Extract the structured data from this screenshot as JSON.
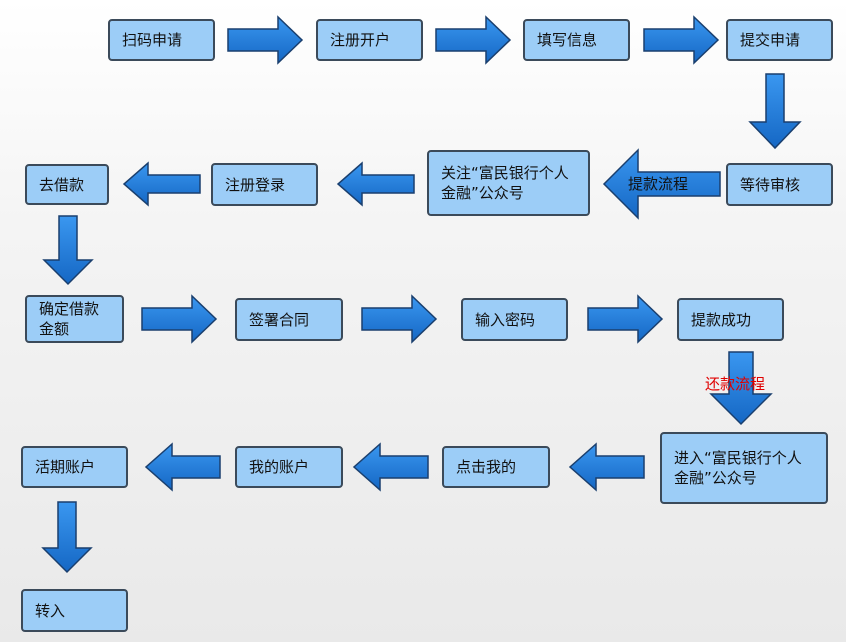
{
  "nodes": {
    "scan_apply": "扫码申请",
    "register_open": "注册开户",
    "fill_info": "填写信息",
    "submit_apply": "提交申请",
    "wait_review": "等待审核",
    "follow_account": "关注“富民银行个人金融”公众号",
    "register_login": "注册登录",
    "go_borrow": "去借款",
    "confirm_amount": "确定借款\n金额",
    "sign_contract": "签署合同",
    "enter_password": "输入密码",
    "withdraw_success": "提款成功",
    "enter_account": "进入“富民银行个人金融”公众号",
    "click_mine": "点击我的",
    "my_account": "我的账户",
    "current_account": "活期账户",
    "transfer_in": "转入"
  },
  "labels": {
    "withdraw_flow": "提款流程",
    "repay_flow": "还款流程"
  },
  "colors": {
    "arrow_fill": "#1e7fe0",
    "arrow_stroke": "#1a3f6e",
    "node_fill": "#9ccdf7",
    "node_border": "#3b4a5a",
    "repay_label": "#e00000"
  }
}
